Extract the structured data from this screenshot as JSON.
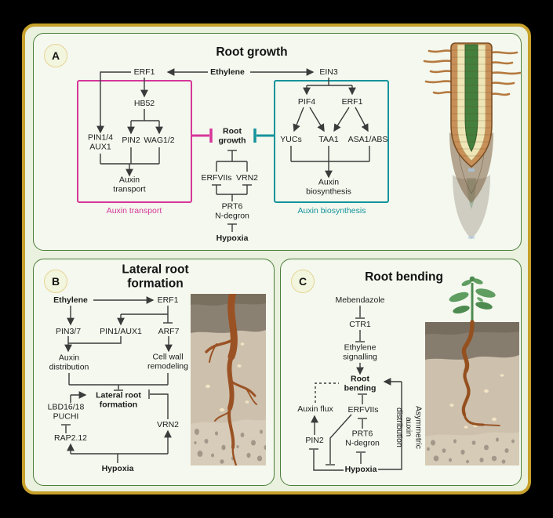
{
  "colors": {
    "accent_pink": "#d6379a",
    "accent_teal": "#15939c",
    "frame_gold": "#c7a12b",
    "panel_border": "#4d7e3b",
    "line": "#3b3b3b"
  },
  "panelA": {
    "label": "A",
    "title": "Root growth",
    "nodes": {
      "erf1": "ERF1",
      "ethylene": "Ethylene",
      "ein3": "EIN3",
      "hb52": "HB52",
      "pin14_aux1": "PIN1/4\nAUX1",
      "pin2": "PIN2",
      "wag12": "WAG1/2",
      "auxin_transport": "Auxin\ntransport",
      "root_growth": "Root\ngrowth",
      "erfviis": "ERFVIIs",
      "vrn2": "VRN2",
      "prt6": "PRT6\nN-degron",
      "hypoxia": "Hypoxia",
      "pif4": "PIF4",
      "erf1_right": "ERF1",
      "yucs": "YUCs",
      "taa1": "TAA1",
      "asa1_abs": "ASA1/ABS",
      "auxin_biosynthesis": "Auxin\nbiosynthesis"
    },
    "box_labels": {
      "auxin_transport": "Auxin transport",
      "auxin_biosynthesis": "Auxin biosynthesis"
    }
  },
  "panelB": {
    "label": "B",
    "title": "Lateral root formation",
    "nodes": {
      "ethylene": "Ethylene",
      "erf1": "ERF1",
      "pin37": "PIN3/7",
      "pin1_aux1": "PIN1/AUX1",
      "arf7": "ARF7",
      "auxin_distribution": "Auxin\ndistribution",
      "cell_wall": "Cell wall\nremodeling",
      "lateral_root": "Lateral root\nformation",
      "lbd_puchi": "LBD16/18\nPUCHI",
      "rap212": "RAP2.12",
      "vrn2": "VRN2",
      "hypoxia": "Hypoxia"
    }
  },
  "panelC": {
    "label": "C",
    "title": "Root bending",
    "nodes": {
      "mebendazole": "Mebendazole",
      "ctr1": "CTR1",
      "ethylene_signalling": "Ethylene\nsignalling",
      "root_bending": "Root\nbending",
      "erfviis": "ERFVIIs",
      "prt6": "PRT6\nN-degron",
      "hypoxia": "Hypoxia",
      "auxin_flux": "Auxin flux",
      "pin2": "PIN2"
    },
    "annotation": "Asymmetric auxin distribution"
  }
}
